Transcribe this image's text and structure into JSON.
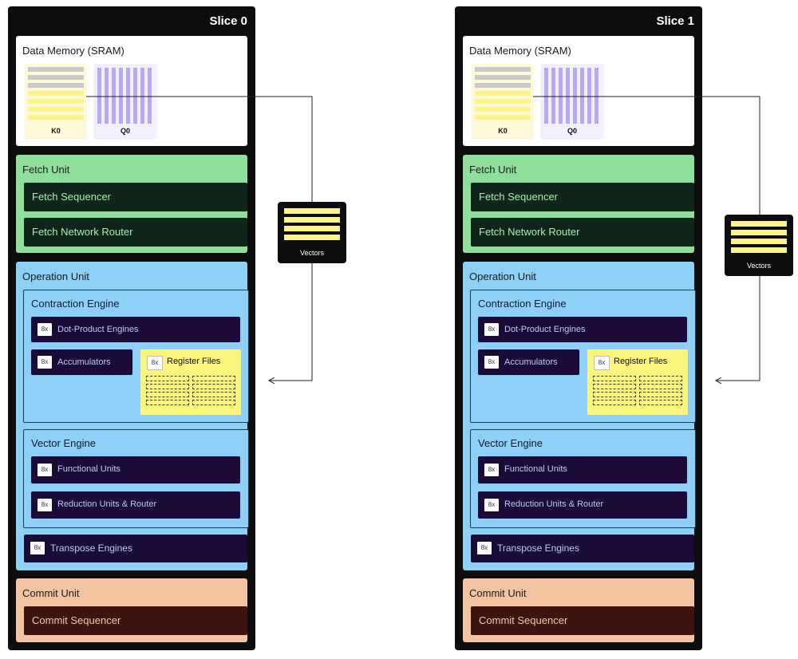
{
  "slices": [
    {
      "title": "Slice 0",
      "memory": {
        "title": "Data Memory (SRAM)",
        "k_label": "K0",
        "q_label": "Q0"
      },
      "fetch": {
        "title": "Fetch Unit",
        "sequencer": "Fetch Sequencer",
        "router": "Fetch Network Router"
      },
      "operation": {
        "title": "Operation Unit",
        "contraction": {
          "title": "Contraction Engine",
          "dot": "Dot-Product Engines",
          "acc": "Accumulators",
          "reg": "Register Files"
        },
        "vector": {
          "title": "Vector Engine",
          "func": "Functional Units",
          "red": "Reduction Units & Router"
        },
        "transpose": "Transpose Engines"
      },
      "commit": {
        "title": "Commit Unit",
        "sequencer": "Commit Sequencer"
      },
      "vectors_label": "Vectors"
    },
    {
      "title": "Slice 1",
      "memory": {
        "title": "Data Memory (SRAM)",
        "k_label": "K0",
        "q_label": "Q0"
      },
      "fetch": {
        "title": "Fetch Unit",
        "sequencer": "Fetch Sequencer",
        "router": "Fetch Network Router"
      },
      "operation": {
        "title": "Operation Unit",
        "contraction": {
          "title": "Contraction Engine",
          "dot": "Dot-Product Engines",
          "acc": "Accumulators",
          "reg": "Register Files"
        },
        "vector": {
          "title": "Vector Engine",
          "func": "Functional Units",
          "red": "Reduction Units & Router"
        },
        "transpose": "Transpose Engines"
      },
      "commit": {
        "title": "Commit Unit",
        "sequencer": "Commit Sequencer"
      },
      "vectors_label": "Vectors"
    }
  ],
  "badge": "8x",
  "colors": {
    "slice_bg": "#0d0d0d",
    "fetch": "#8fdf9a",
    "operation": "#8dcff5",
    "commit": "#f4c3a2",
    "register_files": "#fbf47d",
    "query": "#b9a7f3",
    "key_gray": "#c9c9c9",
    "key_yellow": "#fbf288"
  }
}
